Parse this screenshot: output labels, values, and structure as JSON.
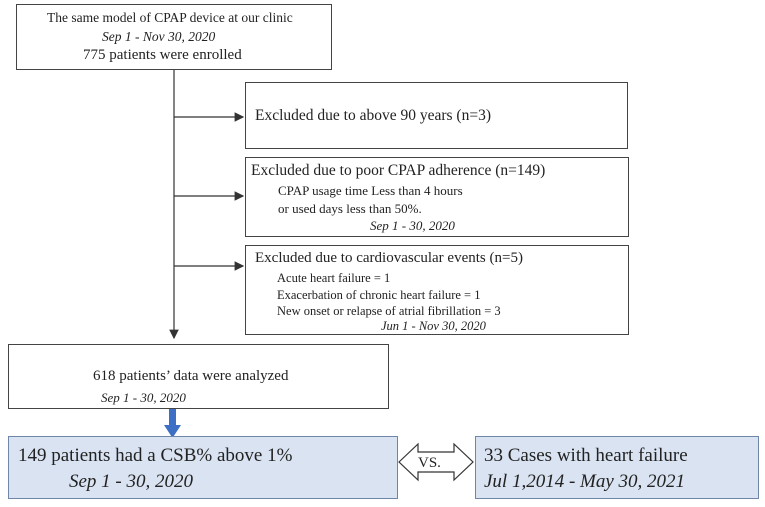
{
  "box_top": {
    "line1": "The same model of CPAP device at our clinic",
    "line2": "Sep 1 - Nov 30, 2020",
    "line3": "775 patients were enrolled"
  },
  "excl_age": {
    "title": "Excluded due to above 90 years (n=3)"
  },
  "excl_adherence": {
    "title": "Excluded due to poor CPAP adherence (n=149)",
    "line1": "CPAP usage time Less than 4 hours",
    "line2": "or used days less than 50%.",
    "period": "Sep 1 -  30, 2020"
  },
  "excl_cardio": {
    "title": "Excluded due to cardiovascular events (n=5)",
    "line1": "Acute heart failure = 1",
    "line2": "Exacerbation of chronic heart failure = 1",
    "line3": "New onset or relapse of atrial fibrillation = 3",
    "period": "Jun 1 - Nov 30, 2020"
  },
  "analyzed": {
    "title": "618 patients’ data were analyzed",
    "period": "Sep 1 -  30, 2020"
  },
  "csb": {
    "title": "149 patients had a CSB% above 1%",
    "period": "Sep 1 -  30, 2020"
  },
  "versus": {
    "label": "VS."
  },
  "heart_failure": {
    "title": "33 Cases with heart failure",
    "period": "Jul 1,2014 -  May 30, 2021"
  },
  "colors": {
    "box_fill_highlight": "#d9e3f1",
    "arrow_blue": "#3d6fc4",
    "line": "#333333"
  }
}
